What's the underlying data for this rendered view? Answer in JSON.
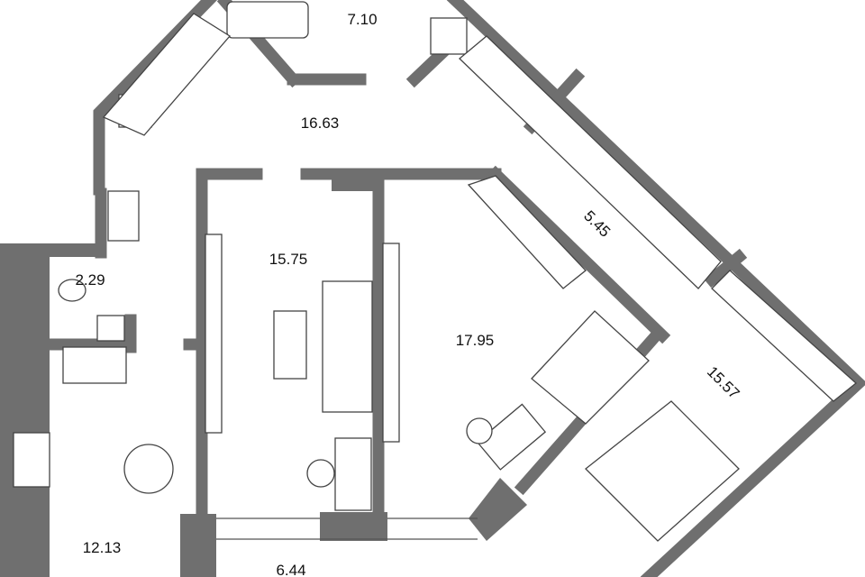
{
  "plan": {
    "wall_color": "#6f6f6f",
    "rooms": [
      {
        "id": "bathroom",
        "area": "7.10"
      },
      {
        "id": "hallway",
        "area": "16.63"
      },
      {
        "id": "living-room",
        "area": "15.75"
      },
      {
        "id": "bedroom-1",
        "area": "17.95"
      },
      {
        "id": "wardrobe",
        "area": "5.45"
      },
      {
        "id": "bedroom-2",
        "area": "15.57"
      },
      {
        "id": "toilet",
        "area": "2.29"
      },
      {
        "id": "kitchen",
        "area": "12.13"
      },
      {
        "id": "balcony",
        "area": "6.44"
      }
    ]
  }
}
